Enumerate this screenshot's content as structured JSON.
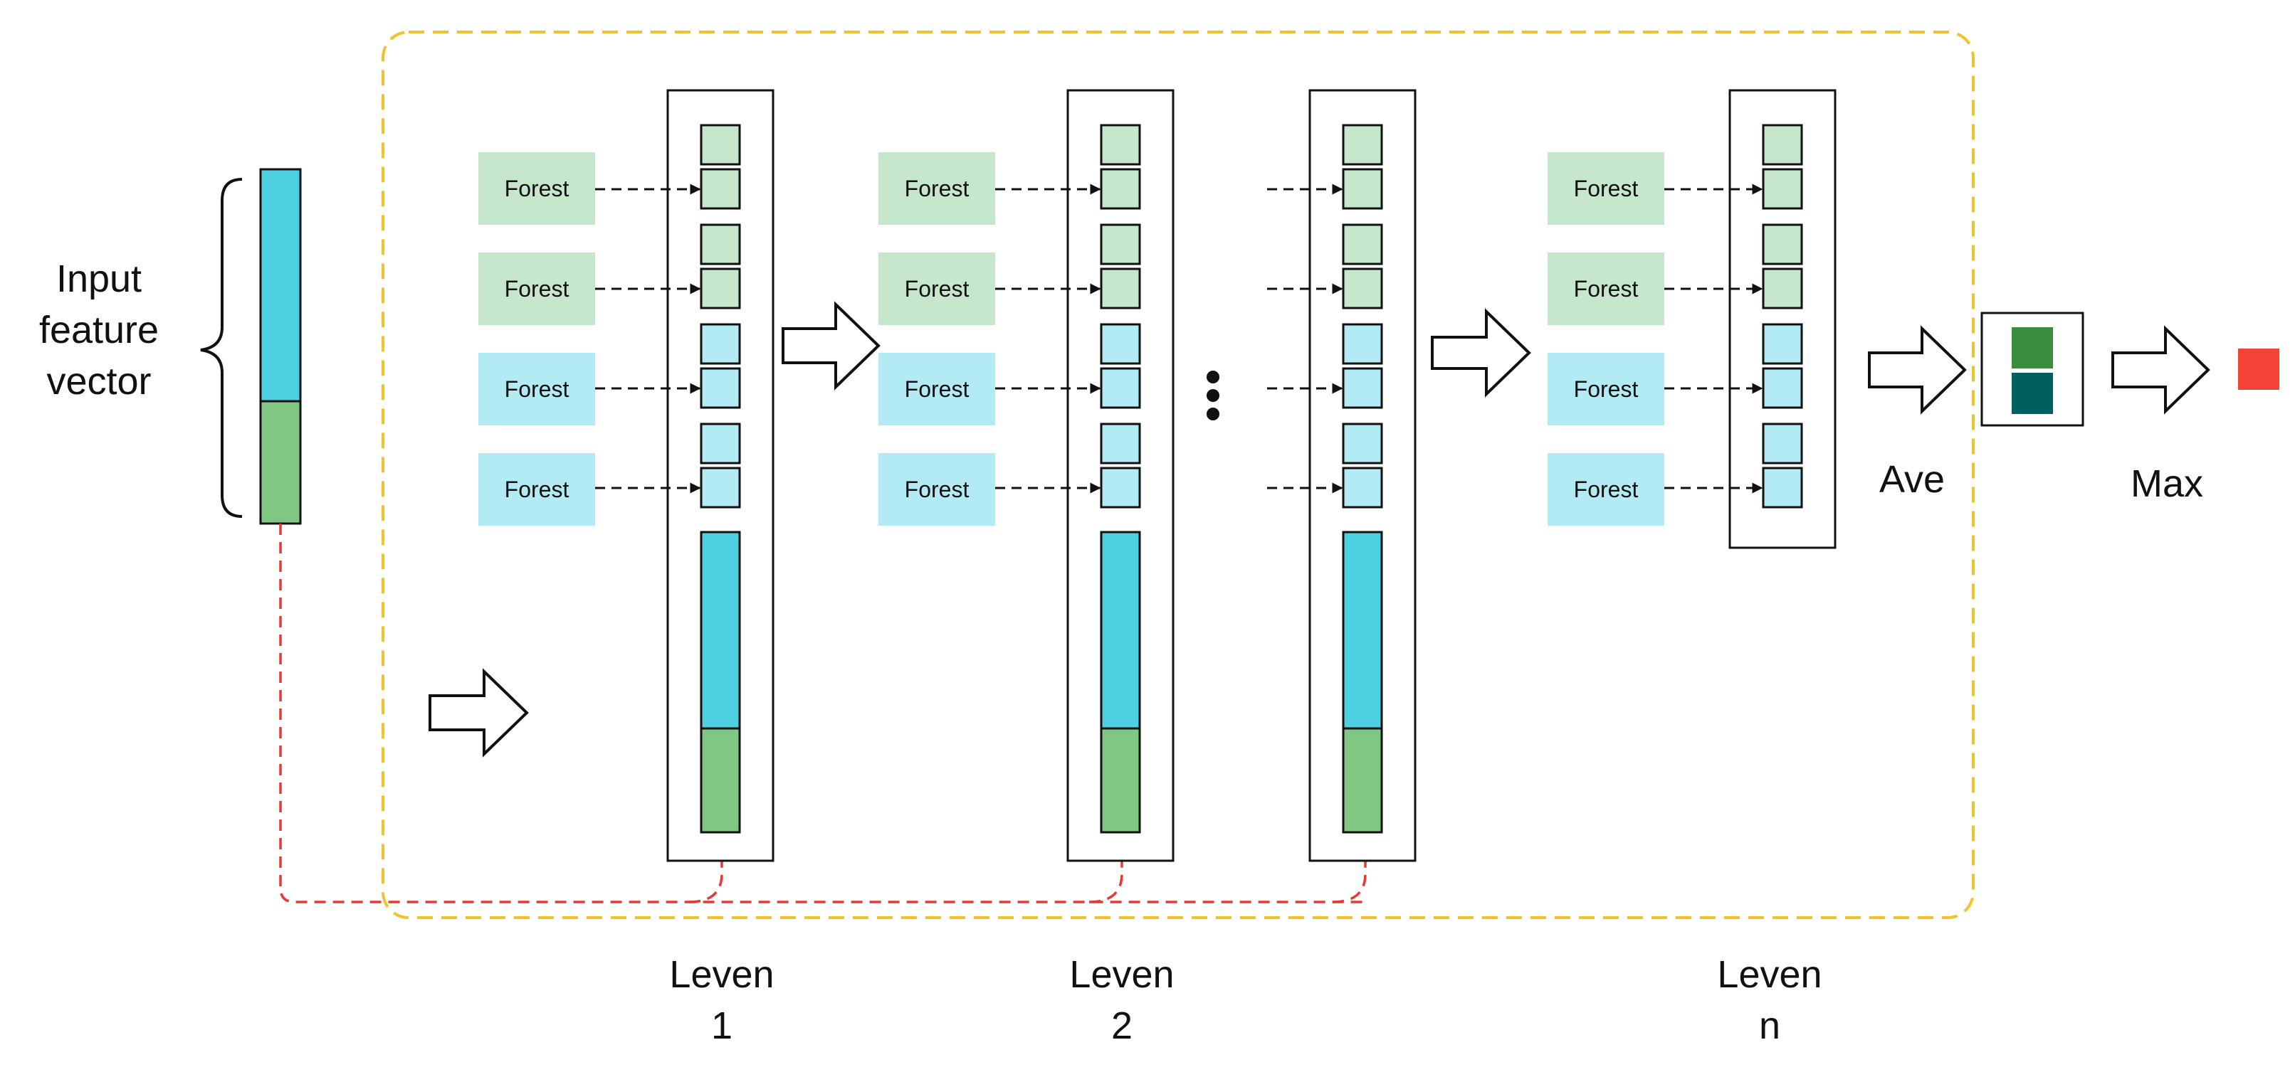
{
  "input": {
    "label_line1": "Input",
    "label_line2": "feature",
    "label_line3": "vector"
  },
  "forest_label": "Forest",
  "levels": [
    {
      "word": "Leven",
      "index": "1"
    },
    {
      "word": "Leven",
      "index": "2"
    },
    {
      "word": "Leven",
      "index": "n"
    }
  ],
  "ave_label": "Ave",
  "max_label": "Max",
  "colors": {
    "cyan": "#4dd0e1",
    "light_cyan": "#b3ebf4",
    "green": "#81c784",
    "light_green": "#c6e7cc",
    "dark_green": "#388e3c",
    "teal": "#00605f",
    "output_red": "#f44336",
    "dashed_yellow": "#f2c12e",
    "dashed_red": "#e53935"
  }
}
